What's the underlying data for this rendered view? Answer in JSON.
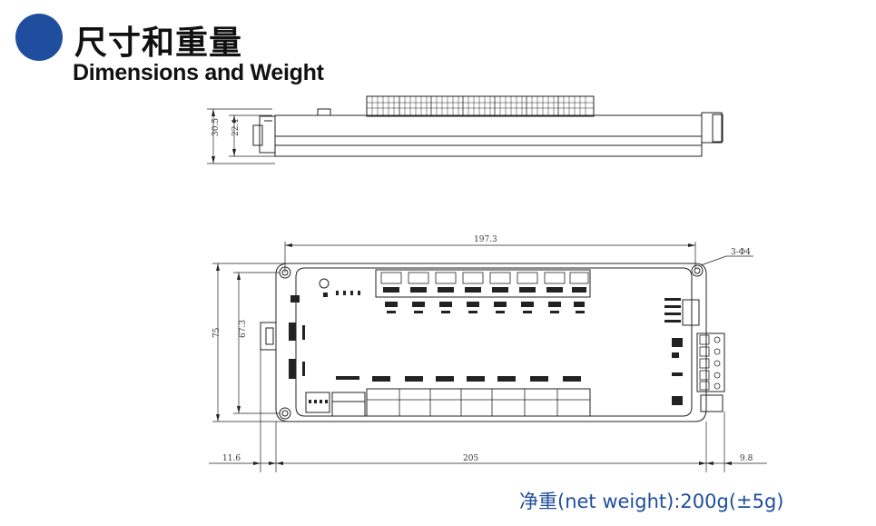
{
  "header": {
    "title_cn": "尺寸和重量",
    "title_en": "Dimensions and Weight",
    "bullet_color": "#1f4e9e"
  },
  "dimensions": {
    "side_height_total": "30.5",
    "side_height_body": "22.1",
    "top_length": "197.3",
    "hole_spec": "3-Φ4",
    "front_height_total": "75",
    "front_height_inner": "67.3",
    "offset_left": "11.6",
    "base_length": "205",
    "offset_right": "9.8"
  },
  "footer": {
    "net_weight": "净重(net weight):200g(±5g)"
  }
}
